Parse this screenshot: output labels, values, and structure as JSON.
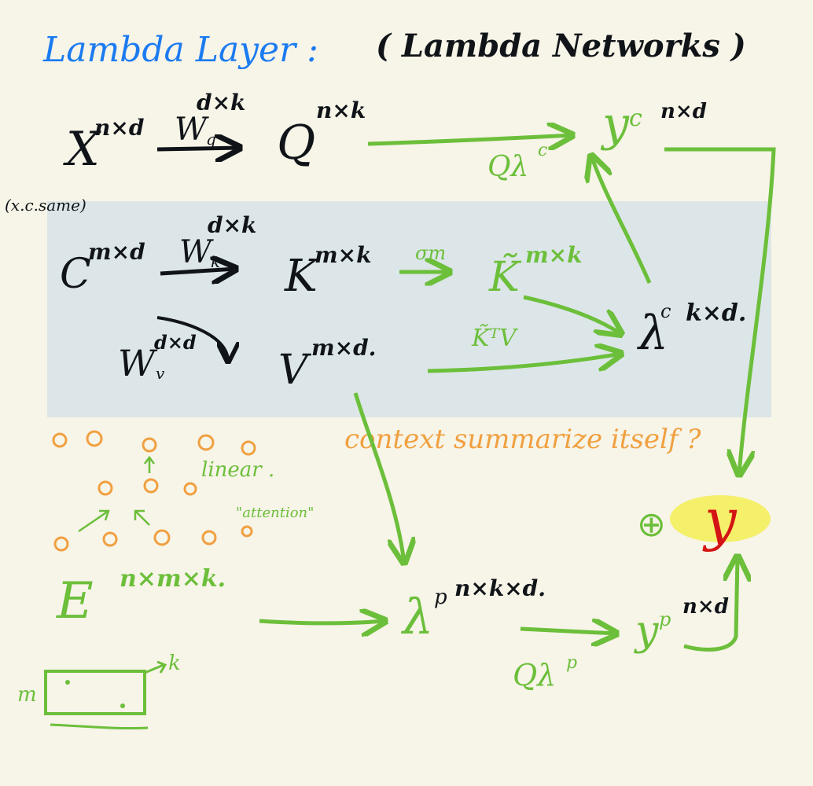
{
  "title": {
    "main": "Lambda Layer :",
    "paper": "( Lambda Networks )"
  },
  "colors": {
    "background": "#f7f4e8",
    "panel": "#dce6e8",
    "ink": "#101418",
    "green": "#6cbf3a",
    "orange": "#f0a040",
    "blue": "#1b7bf0",
    "red": "#d41414",
    "highlight": "#f5f06a"
  },
  "side_note": "(x.c.same)",
  "row_query": {
    "x": "X",
    "x_shape": "n×d",
    "wq": "W",
    "wq_sub": "q",
    "wq_shape": "d×k",
    "q": "Q",
    "q_shape": "n×k"
  },
  "row_key": {
    "c": "C",
    "c_shape": "m×d",
    "wk": "W",
    "wk_sub": "k",
    "wk_shape": "d×k",
    "k": "K",
    "k_shape": "m×k",
    "softmax": "σm",
    "ktilde": "K̃",
    "ktilde_shape": "m×k"
  },
  "row_value": {
    "wv": "W",
    "wv_sub": "v",
    "wv_shape": "d×d",
    "v": "V",
    "v_shape": "m×d.",
    "ktv": "K̃ᵀV"
  },
  "lambda_c": {
    "symbol": "λ",
    "sup": "c",
    "shape": "k×d."
  },
  "y_c": {
    "symbol": "y",
    "sup": "c",
    "shape": "n×d",
    "op": "Qλ",
    "op_sup": "c"
  },
  "context_note": "context summarize itself ?",
  "position": {
    "e": "E",
    "e_shape": "n×m×k.",
    "lambda_p": "λ",
    "lambda_p_sup": "p",
    "lambda_p_shape": "n×k×d.",
    "yp": "y",
    "yp_sup": "p",
    "yp_shape": "n×d",
    "op": "Qλ",
    "op_sup": "p"
  },
  "sketch": {
    "linear": "linear .",
    "attention": "\"attention\"",
    "box_m": "m",
    "box_k": "k"
  },
  "output": {
    "plus": "⊕",
    "y": "y"
  }
}
